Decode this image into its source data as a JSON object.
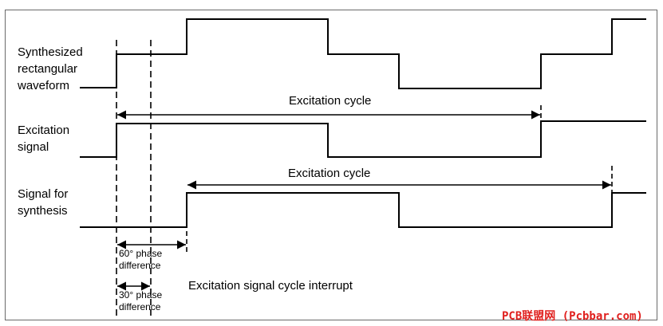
{
  "labels": {
    "synth_waveform": "Synthesized\nrectangular\nwaveform",
    "excitation_signal": "Excitation\nsignal",
    "signal_for_synthesis": "Signal for\nsynthesis"
  },
  "annotations": {
    "excitation_cycle_top": "Excitation cycle",
    "excitation_cycle_bottom": "Excitation cycle",
    "phase_60": "60° phase\ndifference",
    "phase_30": "30° phase\ndifference",
    "interrupt": "Excitation signal cycle interrupt"
  },
  "watermark": "PCB联盟网 (Pcbbar.com)",
  "colors": {
    "line": "#000000",
    "frame": "#6a6a6a",
    "watermark": "#e0201e"
  }
}
